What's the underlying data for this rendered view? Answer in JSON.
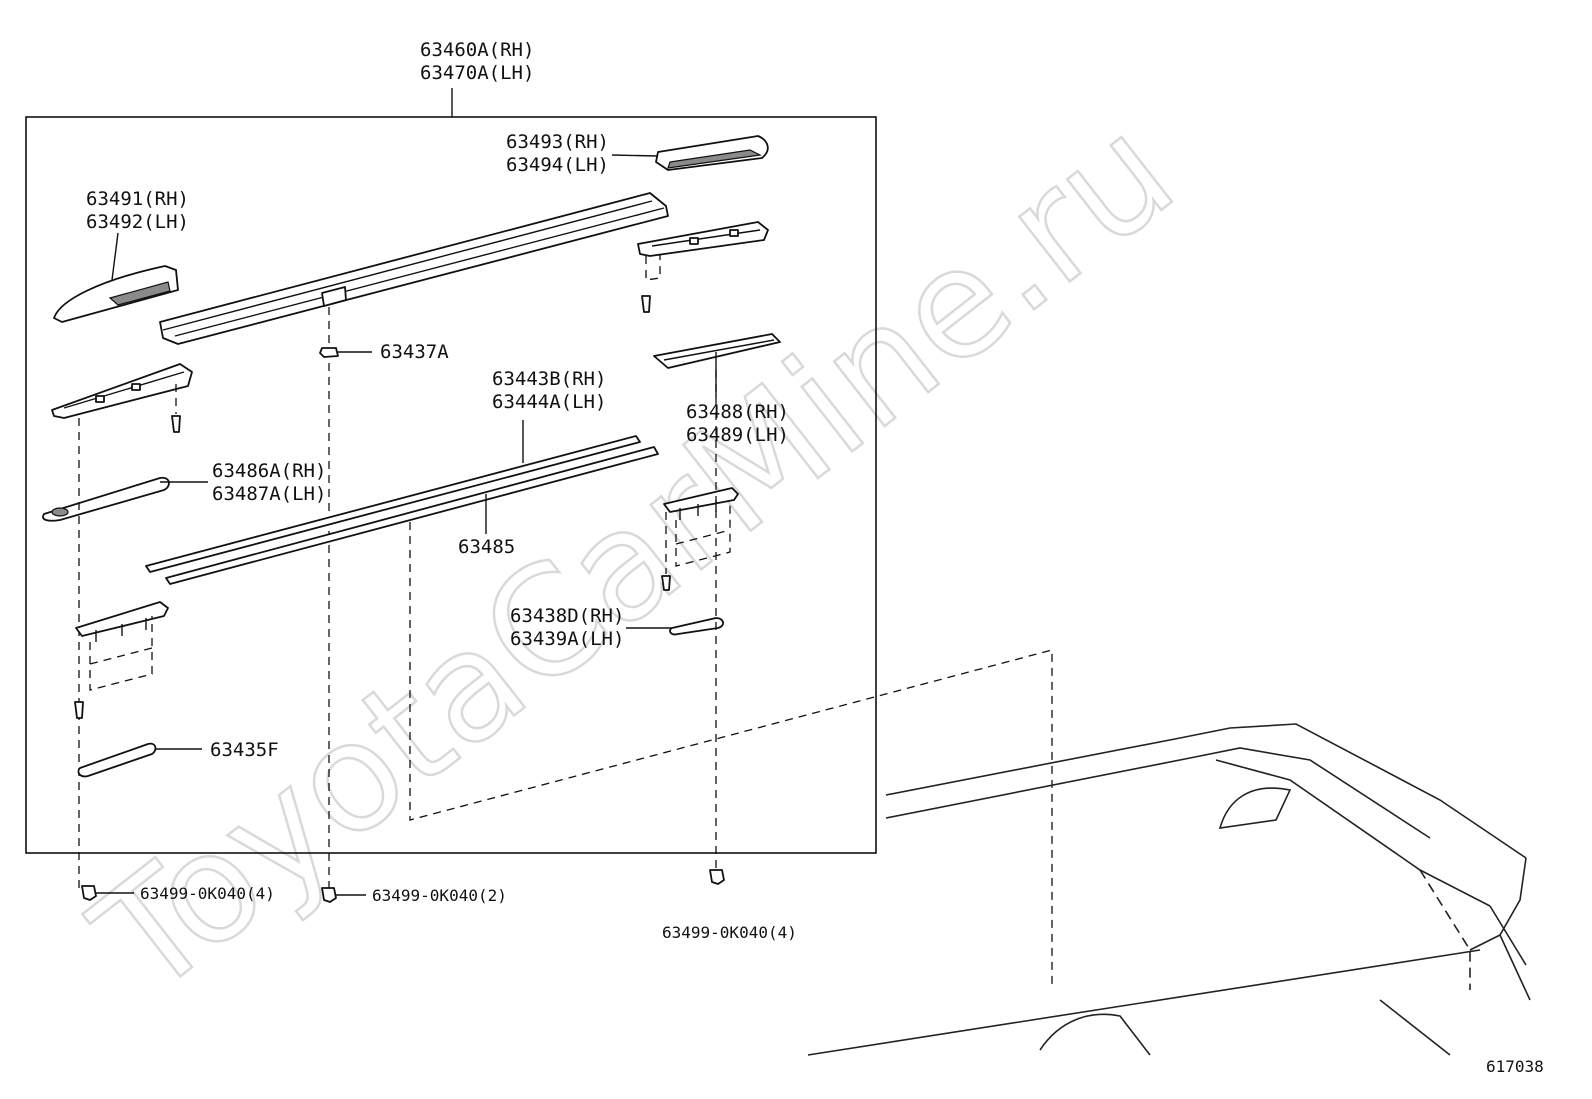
{
  "watermark": "ToyotaCarMine.ru",
  "figure_number": "617038",
  "assembly": {
    "rh": "63460A(RH)",
    "lh": "63470A(LH)"
  },
  "parts": {
    "p63491": {
      "rh": "63491(RH)",
      "lh": "63492(LH)"
    },
    "p63493": {
      "rh": "63493(RH)",
      "lh": "63494(LH)"
    },
    "p63437": {
      "code": "63437A"
    },
    "p63443": {
      "rh": "63443B(RH)",
      "lh": "63444A(LH)"
    },
    "p63488": {
      "rh": "63488(RH)",
      "lh": "63489(LH)"
    },
    "p63486": {
      "rh": "63486A(RH)",
      "lh": "63487A(LH)"
    },
    "p63485": {
      "code": "63485"
    },
    "p63438": {
      "rh": "63438D(RH)",
      "lh": "63439A(LH)"
    },
    "p63435": {
      "code": "63435F"
    },
    "nut_left": {
      "code": "63499-0K040(4)"
    },
    "nut_center": {
      "code": "63499-0K040(2)"
    },
    "nut_right": {
      "code": "63499-0K040(4)"
    }
  }
}
